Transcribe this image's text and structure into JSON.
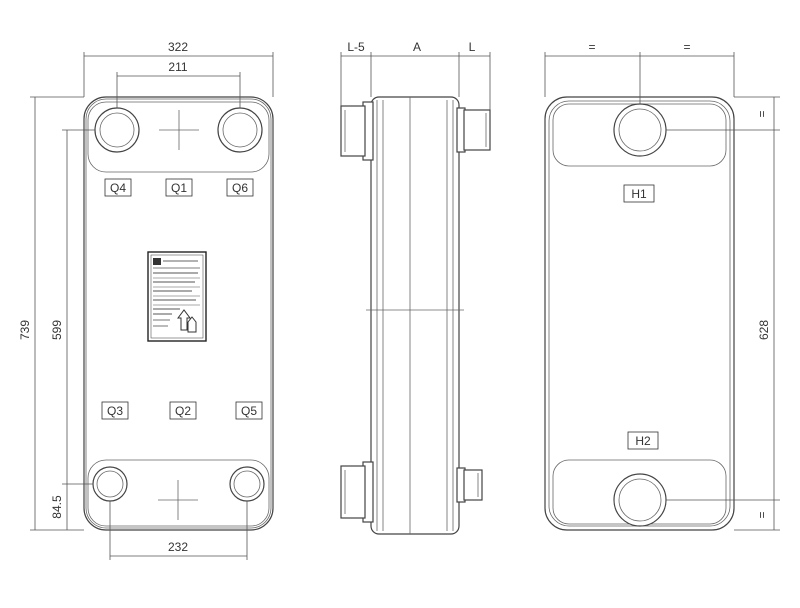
{
  "front_view": {
    "dims": {
      "overall_width": "322",
      "top_port_spacing": "211",
      "bottom_port_spacing": "232",
      "overall_height": "739",
      "port_vertical_spacing": "599",
      "bottom_offset": "84.5"
    },
    "ports": {
      "q4": "Q4",
      "q1": "Q1",
      "q6": "Q6",
      "q3": "Q3",
      "q2": "Q2",
      "q5": "Q5"
    }
  },
  "side_view": {
    "dims": {
      "left_length": "L-5",
      "core_thickness": "A",
      "right_length": "L"
    }
  },
  "rear_view": {
    "dims": {
      "left_half": "=",
      "right_half": "=",
      "top_offset": "=",
      "bottom_offset": "=",
      "hole_spacing": "628"
    },
    "holes": {
      "h1": "H1",
      "h2": "H2"
    }
  },
  "colors": {
    "line": "#444444",
    "text": "#333333"
  }
}
